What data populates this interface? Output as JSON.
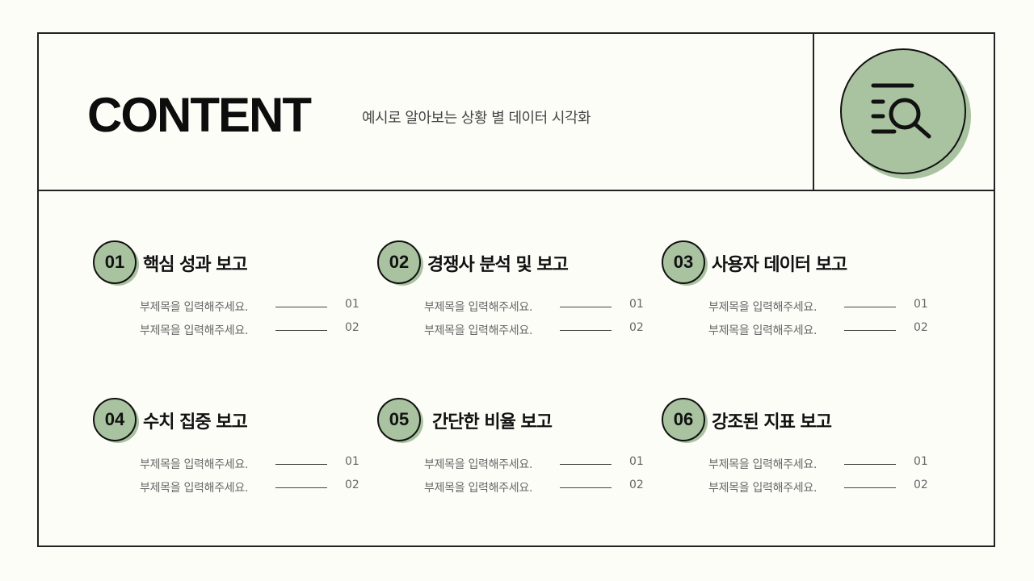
{
  "header": {
    "title": "CONTENT",
    "subtitle": "예시로 알아보는 상황 별 데이터 시각화",
    "icon": "list-search-icon"
  },
  "colors": {
    "background": "#fdfdf8",
    "accent_green": "#a9c2a0",
    "border": "#222222",
    "title_text": "#0d0d0d",
    "sub_text": "#666666"
  },
  "items": [
    {
      "number": "01",
      "title": "핵심 성과 보고",
      "subs": [
        {
          "text": "부제목을 입력해주세요.",
          "num": "01"
        },
        {
          "text": "부제목을 입력해주세요.",
          "num": "02"
        }
      ]
    },
    {
      "number": "02",
      "title": "경쟁사 분석 및 보고",
      "subs": [
        {
          "text": "부제목을 입력해주세요.",
          "num": "01"
        },
        {
          "text": "부제목을 입력해주세요.",
          "num": "02"
        }
      ]
    },
    {
      "number": "03",
      "title": "사용자 데이터 보고",
      "subs": [
        {
          "text": "부제목을 입력해주세요.",
          "num": "01"
        },
        {
          "text": "부제목을 입력해주세요.",
          "num": "02"
        }
      ]
    },
    {
      "number": "04",
      "title": "수치 집중 보고",
      "subs": [
        {
          "text": "부제목을 입력해주세요.",
          "num": "01"
        },
        {
          "text": "부제목을 입력해주세요.",
          "num": "02"
        }
      ]
    },
    {
      "number": "05",
      "title": "간단한 비율 보고",
      "subs": [
        {
          "text": "부제목을 입력해주세요.",
          "num": "01"
        },
        {
          "text": "부제목을 입력해주세요.",
          "num": "02"
        }
      ]
    },
    {
      "number": "06",
      "title": "강조된 지표 보고",
      "subs": [
        {
          "text": "부제목을 입력해주세요.",
          "num": "01"
        },
        {
          "text": "부제목을 입력해주세요.",
          "num": "02"
        }
      ]
    }
  ]
}
